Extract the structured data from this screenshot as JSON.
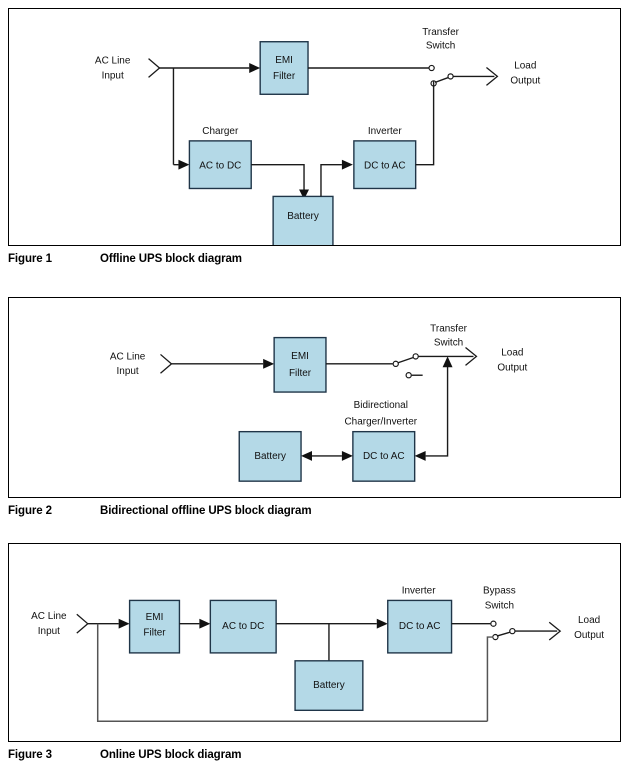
{
  "document": {
    "title": "UPS block diagrams"
  },
  "figures": [
    {
      "id": "figure-1",
      "caption_label": "Figure 1",
      "caption_text": "Offline UPS block diagram",
      "blocks": [
        {
          "name": "emi-filter",
          "lines": [
            "EMI",
            "Filter"
          ]
        },
        {
          "name": "charger",
          "lines": [
            "AC to DC"
          ],
          "title": "Charger"
        },
        {
          "name": "battery",
          "lines": [
            "Battery"
          ]
        },
        {
          "name": "inverter",
          "lines": [
            "DC to AC"
          ],
          "title": "Inverter"
        }
      ],
      "labels": {
        "input": [
          "AC Line",
          "Input"
        ],
        "output": [
          "Load",
          "Output"
        ],
        "switch": [
          "Transfer",
          "Switch"
        ],
        "charger_title": "Charger",
        "inverter_title": "Inverter"
      }
    },
    {
      "id": "figure-2",
      "caption_label": "Figure 2",
      "caption_text": "Bidirectional offline UPS block diagram",
      "blocks": [
        {
          "name": "emi-filter",
          "lines": [
            "EMI",
            "Filter"
          ]
        },
        {
          "name": "battery",
          "lines": [
            "Battery"
          ]
        },
        {
          "name": "bidirectional-charger-inverter",
          "lines": [
            "DC to AC"
          ]
        }
      ],
      "labels": {
        "input": [
          "AC Line",
          "Input"
        ],
        "output": [
          "Load",
          "Output"
        ],
        "switch": [
          "Transfer",
          "Switch"
        ],
        "converter_title": [
          "Bidirectional",
          "Charger/Inverter"
        ]
      }
    },
    {
      "id": "figure-3",
      "caption_label": "Figure 3",
      "caption_text": "Online UPS block diagram",
      "blocks": [
        {
          "name": "emi-filter",
          "lines": [
            "EMI",
            "Filter"
          ]
        },
        {
          "name": "rectifier",
          "lines": [
            "AC to DC"
          ]
        },
        {
          "name": "battery",
          "lines": [
            "Battery"
          ]
        },
        {
          "name": "inverter",
          "lines": [
            "DC to AC"
          ],
          "title": "Inverter"
        }
      ],
      "labels": {
        "input": [
          "AC Line",
          "Input"
        ],
        "output": [
          "Load",
          "Output"
        ],
        "switch": [
          "Bypass",
          "Switch"
        ],
        "inverter_title": "Inverter"
      }
    }
  ],
  "colors": {
    "block_fill": "#b4d9e7",
    "block_stroke": "#1f3548",
    "wire": "#1a1a1a",
    "frame": "#000000",
    "text": "#111111"
  }
}
